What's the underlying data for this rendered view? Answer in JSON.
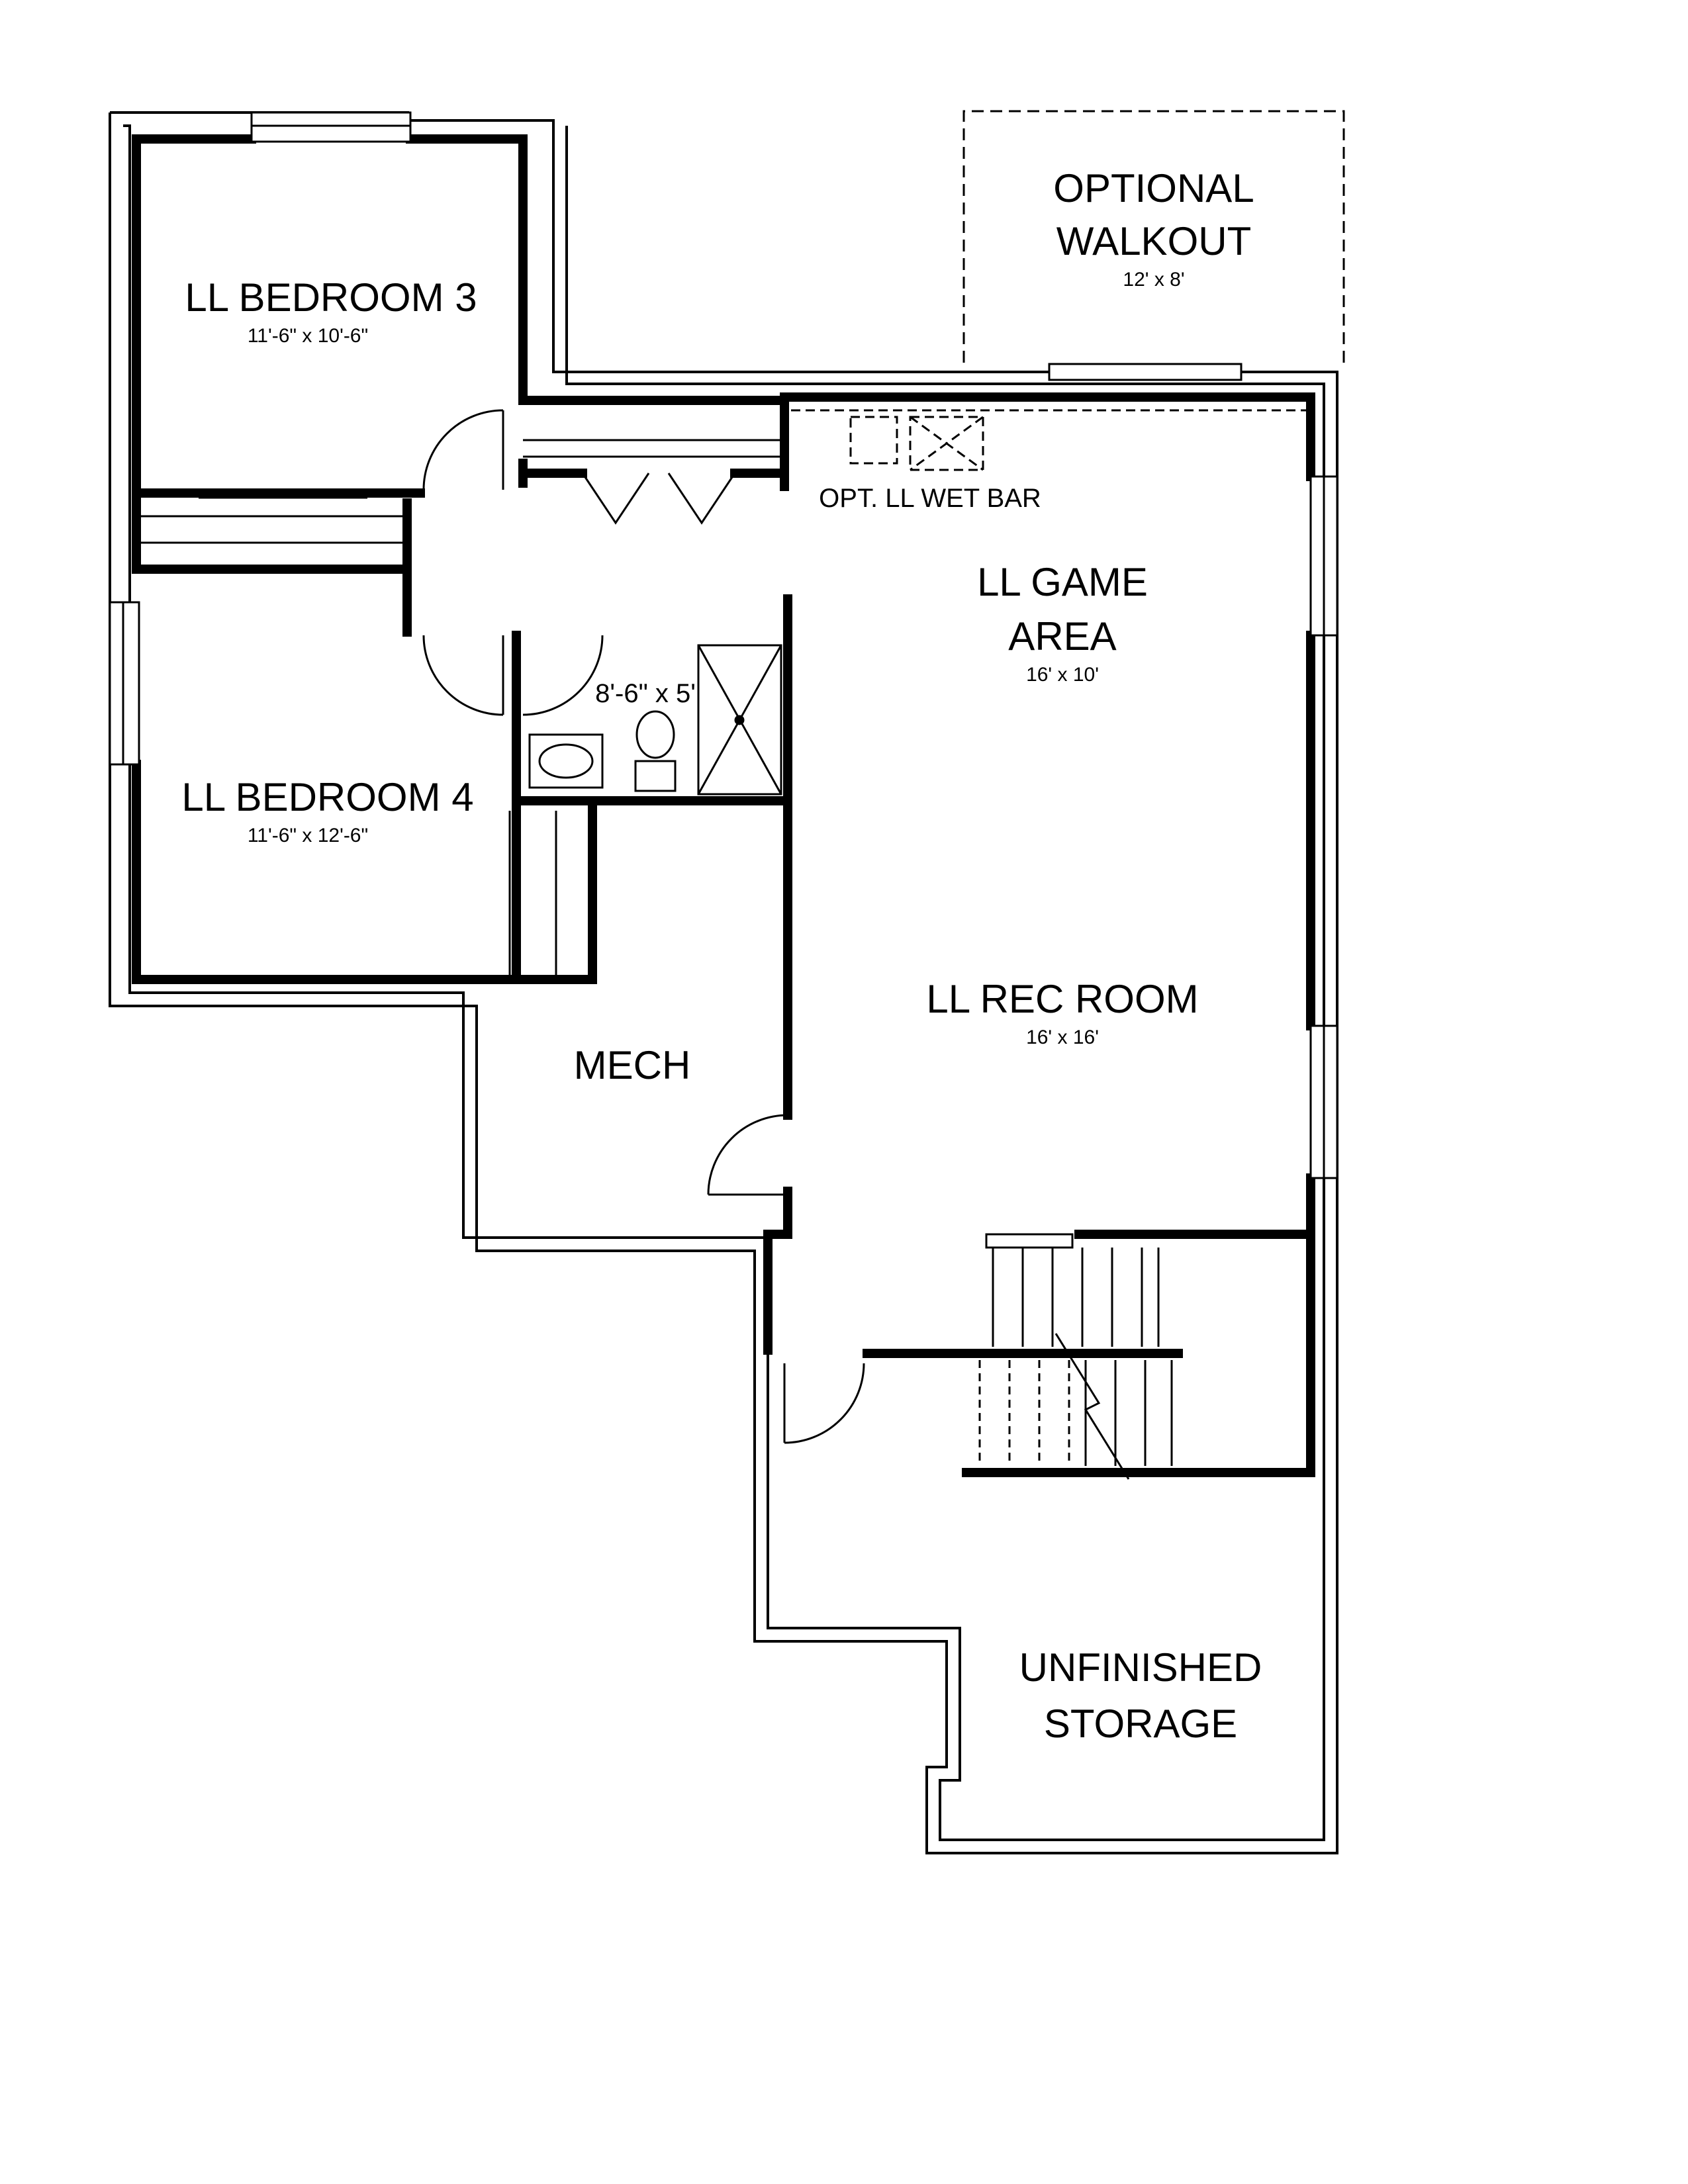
{
  "rooms": {
    "walkout": {
      "name_line1": "OPTIONAL",
      "name_line2": "WALKOUT",
      "dims": "12' x 8'"
    },
    "bedroom3": {
      "name": "LL BEDROOM 3",
      "dims": "11'-6\" x 10'-6\""
    },
    "bedroom4": {
      "name": "LL BEDROOM 4",
      "dims": "11'-6\" x 12'-6\""
    },
    "wet_bar": {
      "name": "OPT. LL WET BAR"
    },
    "game_area": {
      "name_line1": "LL GAME",
      "name_line2": "AREA",
      "dims": "16' x 10'"
    },
    "bath": {
      "dims": "8'-6\" x 5'"
    },
    "rec_room": {
      "name": "LL REC ROOM",
      "dims": "16' x 16'"
    },
    "mech": {
      "name": "MECH"
    },
    "storage": {
      "name_line1": "UNFINISHED",
      "name_line2": "STORAGE"
    }
  },
  "colors": {
    "ink": "#000000",
    "paper": "#ffffff"
  }
}
